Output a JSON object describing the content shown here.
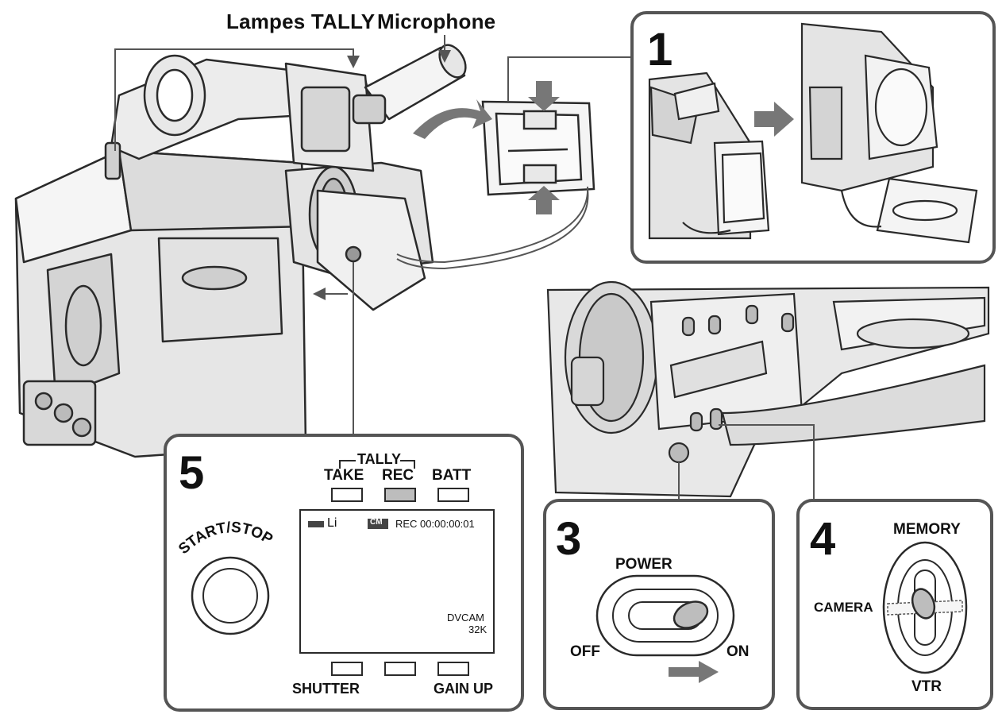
{
  "labels": {
    "tally_lamps": "Lampes TALLY",
    "microphone": "Microphone"
  },
  "step1": {
    "number": "1"
  },
  "step3": {
    "number": "3",
    "power": "POWER",
    "off": "OFF",
    "on": "ON"
  },
  "step4": {
    "number": "4",
    "memory": "MEMORY",
    "camera": "CAMERA",
    "vtr": "VTR"
  },
  "step5": {
    "number": "5",
    "start_stop": "START/STOP",
    "tally": "TALLY",
    "take": "TAKE",
    "rec": "REC",
    "batt": "BATT",
    "shutter": "SHUTTER",
    "gain_up": "GAIN UP",
    "lcd": {
      "battery": "Li",
      "cm": "CM",
      "rec_time": "REC 00:00:00:01",
      "format": "DVCAM",
      "audio": "32K"
    }
  },
  "colors": {
    "line": "#2a2a2a",
    "panel_border": "#555555",
    "rec_fill": "#bdbdbd",
    "camera_fill": "#efefef",
    "arrow": "#777777"
  }
}
